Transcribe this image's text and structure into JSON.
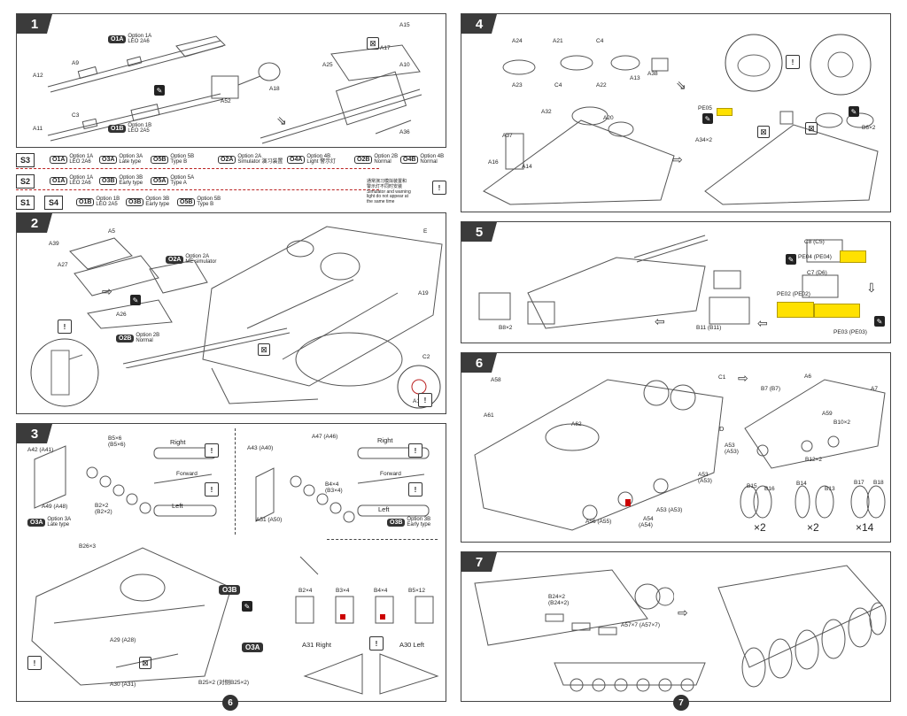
{
  "steps": {
    "s1": {
      "num": "1",
      "labels": {
        "a12": "A12",
        "a9": "A9",
        "c3": "C3",
        "a11": "A11",
        "a52": "A52",
        "a18": "A18",
        "a25": "A25",
        "a15": "A15",
        "a17": "A17",
        "a10": "A10",
        "a36": "A36"
      },
      "opt1a": {
        "code": "O1A",
        "line1": "Option 1A",
        "line2": "LEO 2A6"
      },
      "opt1b": {
        "code": "O1B",
        "line1": "Option 1B",
        "line2": "LEO 2A5"
      }
    },
    "s2": {
      "num": "2",
      "labels": {
        "a39": "A39",
        "a5": "A5",
        "a27": "A27",
        "a26": "A26",
        "e": "E",
        "a19": "A19",
        "c2": "C2",
        "a19b": "A19"
      },
      "opt2a": {
        "code": "O2A",
        "line1": "Option 2A",
        "line2": "ME simulator"
      },
      "opt2b": {
        "code": "O2B",
        "line1": "Option 2B",
        "line2": "Normal"
      }
    },
    "s3": {
      "num": "3",
      "labels": {
        "a42": "A42 (A41)",
        "b5": "B5×6",
        "b5b": "(B5×6)",
        "a49": "A49 (A48)",
        "b2": "B2×2",
        "b2b": "(B2×2)",
        "right1": "Right",
        "forward1": "Forward",
        "left1": "Left",
        "a43": "A43 (A40)",
        "a47": "A47 (A46)",
        "b4": "B4×4",
        "b4b": "(B3×4)",
        "a51": "A51 (A50)",
        "right2": "Right",
        "forward2": "Forward",
        "left2": "Left",
        "b26": "B26×3",
        "a29": "A29 (A28)",
        "a30": "A30 (A31)",
        "b25": "B25×2 (对侧B25×2)",
        "b2x4": "B2×4",
        "b3x4": "B3×4",
        "b4x4": "B4×4",
        "b5x12": "B5×12",
        "a31r": "A31 Right",
        "a30l": "A30 Left"
      },
      "opt3a": {
        "code": "O3A",
        "line1": "Option 3A",
        "line2": "Late type"
      },
      "opt3b": {
        "code": "O3B",
        "line1": "Option 3B",
        "line2": "Early type"
      },
      "tag3b": "O3B",
      "tag3a": "O3A"
    },
    "s4": {
      "num": "4",
      "labels": {
        "a24": "A24",
        "a21": "A21",
        "c4": "C4",
        "a23": "A23",
        "c4b": "C4",
        "a22": "A22",
        "a13": "A13",
        "a38": "A38",
        "a32": "A32",
        "a20": "A20",
        "a37": "A37",
        "a16": "A16",
        "a14": "A14",
        "pe05": "PE05",
        "a34": "A34×2",
        "b6": "B6×2"
      }
    },
    "s5": {
      "num": "5",
      "labels": {
        "b8": "B8×2",
        "b11": "B11 (B11)",
        "c8": "C8 (C5)",
        "pe04": "PE04 (PE04)",
        "c7": "C7 (D6)",
        "pe02": "PE02 (PE02)",
        "pe03": "PE03 (PE03)"
      }
    },
    "s6": {
      "num": "6",
      "labels": {
        "a58": "A58",
        "a61": "A61",
        "a62": "A62",
        "c1": "C1",
        "d": "D",
        "a53a": "A53",
        "a53ab": "(A53)",
        "a53b": "A53",
        "a53bb": "(A53)",
        "a53c": "A53 (A53)",
        "a56": "A56 (A55)",
        "a54": "A54",
        "a54b": "(A54)",
        "b7": "B7 (B7)",
        "a6": "A6",
        "a7": "A7",
        "a59": "A59",
        "b10": "B10×2",
        "b12": "B12×2",
        "b15": "B15",
        "b16": "B16",
        "b14": "B14",
        "b13": "B13",
        "b17": "B17",
        "b18": "B18",
        "x2a": "×2",
        "x2b": "×2",
        "x14": "×14"
      }
    },
    "s7": {
      "num": "7",
      "labels": {
        "b24": "B24×2",
        "b24b": "(B24×2)",
        "a57": "A57×7 (A57×7)"
      }
    }
  },
  "spanel": {
    "s3": {
      "id": "S3",
      "items": [
        {
          "code": "O1A",
          "l1": "Option 1A",
          "l2": "LEO 2A6"
        },
        {
          "code": "O3A",
          "l1": "Option 3A",
          "l2": "Late type"
        },
        {
          "code": "O5B",
          "l1": "Option 5B",
          "l2": "Type B"
        },
        {
          "code": "O2A",
          "l1": "Option 2A",
          "l2": "Simulator 演习装置"
        },
        {
          "code": "O4A",
          "l1": "Option 4B",
          "l2": "Light 警示灯"
        },
        {
          "code": "O2B",
          "l1": "Option 2B",
          "l2": "Normal"
        },
        {
          "code": "O4B",
          "l1": "Option 4B",
          "l2": "Normal"
        }
      ]
    },
    "s2": {
      "id": "S2",
      "items": [
        {
          "code": "O1A",
          "l1": "Option 1A",
          "l2": "LEO 2A6"
        },
        {
          "code": "O3B",
          "l1": "Option 3B",
          "l2": "Early type"
        },
        {
          "code": "O5A",
          "l1": "Option 5A",
          "l2": "Type A"
        }
      ]
    },
    "s1": {
      "id": "S1",
      "id2": "S4",
      "items": [
        {
          "code": "O1B",
          "l1": "Option 1B",
          "l2": "LEO 2A5"
        },
        {
          "code": "O3B",
          "l1": "Option 3B",
          "l2": "Early type"
        },
        {
          "code": "O5B",
          "l1": "Option 5B",
          "l2": "Type B"
        }
      ]
    },
    "note": [
      "通常演习模拟装置和",
      "警示灯不同时安装",
      "Simulator and warning",
      "light do not appear at",
      "the same time"
    ]
  },
  "pages": {
    "left": "6",
    "right": "7"
  },
  "colors": {
    "pe_yellow": "#ffe100",
    "ink": "#333333"
  }
}
